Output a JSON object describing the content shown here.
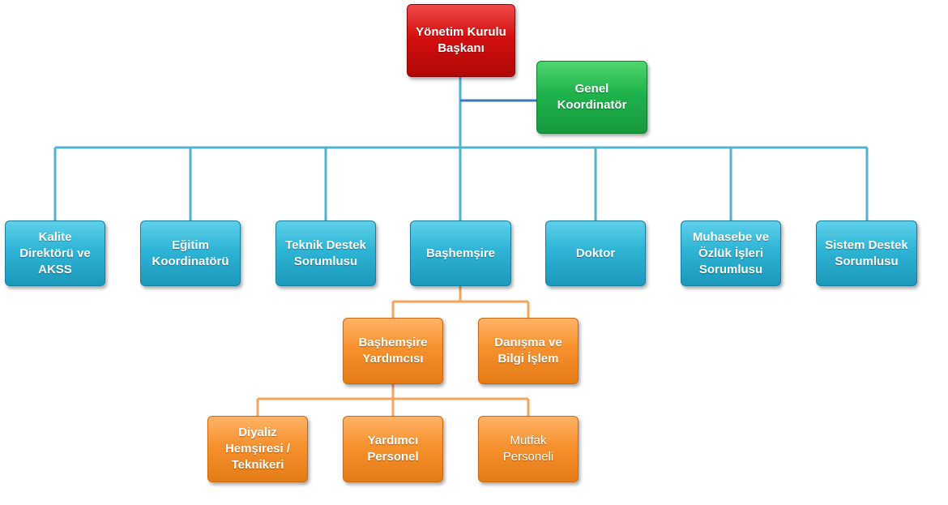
{
  "top": {
    "label": "Yönetim Kurulu\nBaşkanı",
    "color": "#c00000"
  },
  "coordinator": {
    "label": "Genel\nKoordinatör",
    "color": "#1fb24b"
  },
  "departments": [
    {
      "id": "kalite",
      "label": "Kalite\nDirektörü ve\nAKSS"
    },
    {
      "id": "egitim",
      "label": "Eğitim\nKoordinatörü"
    },
    {
      "id": "teknik",
      "label": "Teknik Destek\nSorumlusu"
    },
    {
      "id": "bashemsire",
      "label": "Başhemşire"
    },
    {
      "id": "doktor",
      "label": "Doktor"
    },
    {
      "id": "muhasebe",
      "label": "Muhasebe ve\nÖzlük İşleri\nSorumlusu"
    },
    {
      "id": "sistem",
      "label": "Sistem Destek\nSorumlusu"
    }
  ],
  "bashemsire_children": [
    {
      "id": "yardimcisi",
      "label": "Başhemşire\nYardımcısı"
    },
    {
      "id": "danisma",
      "label": "Danışma ve\nBilgi İşlem"
    }
  ],
  "yardimcisi_children": [
    {
      "id": "diyaliz",
      "label": "Diyaliz\nHemşiresi /\nTeknikeri"
    },
    {
      "id": "yardimci-personel",
      "label": "Yardımcı\nPersonel"
    },
    {
      "id": "mutfak",
      "label": "Mutfak\nPersoneli"
    }
  ],
  "colors": {
    "department": "#2eb4d6",
    "sub": "#f7912e",
    "connector_blue": "#4fb3cf",
    "connector_orange": "#f6a45a"
  }
}
